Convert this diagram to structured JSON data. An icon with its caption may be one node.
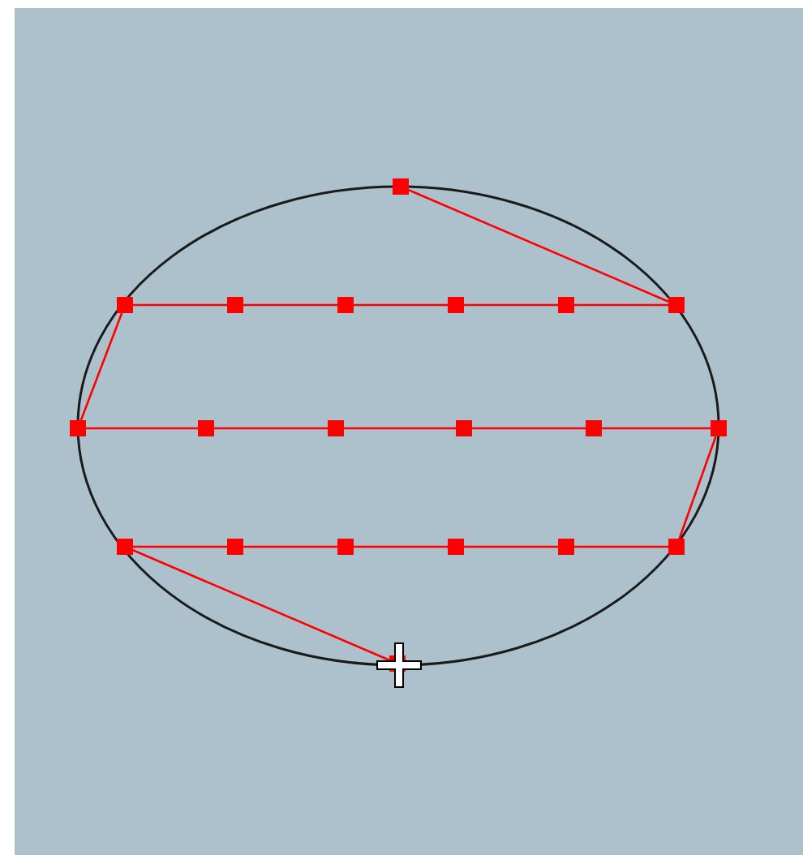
{
  "diagram": {
    "nodes": [
      {
        "text": [],
        "shape": "box"
      },
      {
        "text": [],
        "shape": "box"
      },
      {
        "text": [],
        "shape": "box"
      },
      {
        "text": [],
        "shape": "box"
      },
      {
        "text": [],
        "shape": "box"
      },
      {
        "text": [],
        "shape": "box"
      },
      {
        "text": [],
        "shape": "box"
      },
      {
        "text": [],
        "shape": "box"
      },
      {
        "text": [],
        "shape": "box"
      },
      {
        "text": [],
        "shape": "box"
      },
      {
        "text": [],
        "shape": "box"
      },
      {
        "text": [],
        "shape": "box"
      },
      {
        "text": [],
        "shape": "box"
      },
      {
        "text": [],
        "shape": "box"
      },
      {
        "text": [],
        "shape": "box"
      },
      {
        "text": [],
        "shape": "box"
      },
      {
        "text": [],
        "shape": "box"
      },
      {
        "text": [],
        "shape": "box"
      },
      {
        "text": [],
        "shape": "box"
      },
      {
        "text": [],
        "shape": "box"
      }
    ],
    "edges": [
      {
        "from": 0,
        "to": 6,
        "arrow": "none"
      },
      {
        "from": 6,
        "to": 5,
        "arrow": "none"
      },
      {
        "from": 5,
        "to": 4,
        "arrow": "none"
      },
      {
        "from": 4,
        "to": 3,
        "arrow": "none"
      },
      {
        "from": 3,
        "to": 2,
        "arrow": "none"
      },
      {
        "from": 2,
        "to": 1,
        "arrow": "none"
      },
      {
        "from": 1,
        "to": 7,
        "arrow": "none"
      },
      {
        "from": 7,
        "to": 8,
        "arrow": "none"
      },
      {
        "from": 8,
        "to": 9,
        "arrow": "none"
      },
      {
        "from": 9,
        "to": 10,
        "arrow": "none"
      },
      {
        "from": 10,
        "to": 11,
        "arrow": "none"
      },
      {
        "from": 11,
        "to": 12,
        "arrow": "none"
      },
      {
        "from": 12,
        "to": 18,
        "arrow": "none"
      },
      {
        "from": 18,
        "to": 17,
        "arrow": "none"
      },
      {
        "from": 17,
        "to": 16,
        "arrow": "none"
      },
      {
        "from": 16,
        "to": 15,
        "arrow": "none"
      },
      {
        "from": 15,
        "to": 14,
        "arrow": "none"
      },
      {
        "from": 14,
        "to": 13,
        "arrow": "none"
      },
      {
        "from": 13,
        "to": 19,
        "arrow": "none"
      }
    ]
  }
}
